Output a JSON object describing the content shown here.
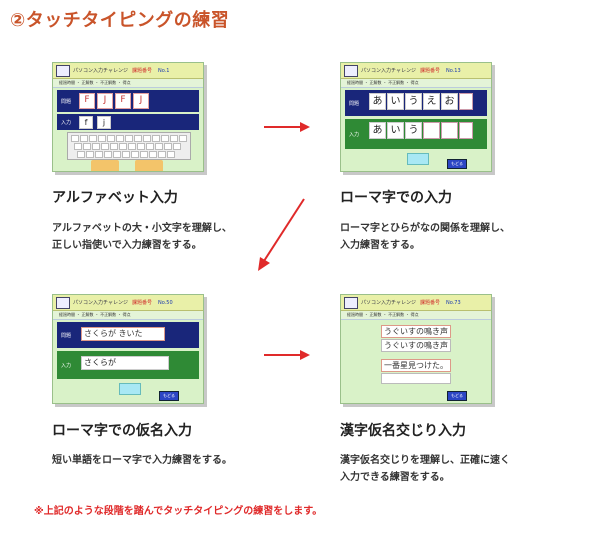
{
  "page_title": "②タッチタイピングの練習",
  "app_bar": {
    "app_name": "パソコン入力チャレンジ",
    "level_label": "課題番号",
    "no_prefix": "No."
  },
  "stat_line": "経過時間 ・ 正解数 ・ 不正解数 ・ 得点",
  "ok_label": "もどる",
  "cards": [
    {
      "title": "アルファベット入力",
      "desc": [
        "アルファベットの大・小文字を理解し、",
        "正しい指使いで入力練習をする。"
      ],
      "screen_no": "1",
      "upper_label": "問題",
      "lower_label": "入力",
      "upper_chars": [
        "F",
        "J",
        "F",
        "J"
      ],
      "lower_chars": [
        "f",
        "j"
      ]
    },
    {
      "title": "ローマ字での入力",
      "desc": [
        "ローマ字とひらがなの関係を理解し、",
        "入力練習をする。"
      ],
      "screen_no": "13",
      "upper_label": "問題",
      "lower_label": "入力",
      "upper_chars": [
        "あ",
        "い",
        "う",
        "え",
        "お"
      ],
      "lower_chars": [
        "あ",
        "い",
        "う"
      ]
    },
    {
      "title": "ローマ字での仮名入力",
      "desc": [
        "短い単語をローマ字で入力練習をする。"
      ],
      "screen_no": "50",
      "upper_label": "問題",
      "lower_label": "入力",
      "upper_text": "さくらが きいた",
      "lower_text": "さくらが"
    },
    {
      "title": "漢字仮名交じり入力",
      "desc": [
        "漢字仮名交じりを理解し、正確に速く",
        "入力できる練習をする。"
      ],
      "screen_no": "73",
      "lines": [
        "うぐいすの鳴き声",
        "うぐいすの鳴き声",
        "一番星見つけた。"
      ]
    }
  ],
  "footnote": "※上記のような段階を踏んでタッチタイピングの練習をします。",
  "colors": {
    "title": "#c9542a",
    "arrow": "#e02a2a",
    "note": "#e02a2a"
  }
}
